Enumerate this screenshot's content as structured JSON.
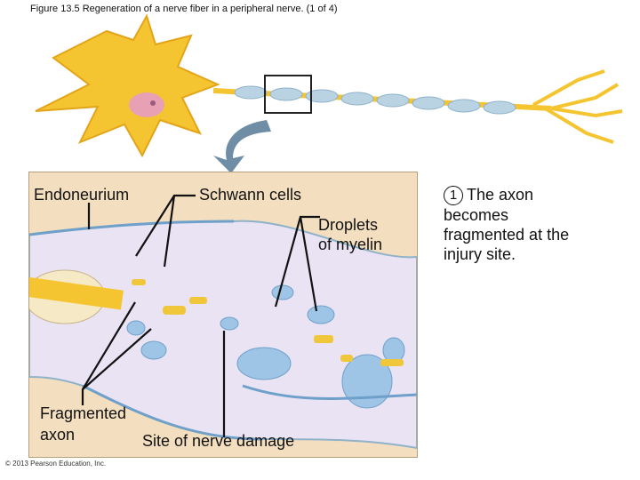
{
  "title": "Figure 13.5 Regeneration of a nerve fiber in a peripheral nerve. (1 of 4)",
  "labels": {
    "endoneurium": "Endoneurium",
    "schwann_cells": "Schwann cells",
    "droplets_line1": "Droplets",
    "droplets_line2": "of myelin",
    "fragmented_line1": "Fragmented",
    "fragmented_line2": "axon",
    "site": "Site of nerve damage"
  },
  "step": {
    "number": "1",
    "text": "The axon becomes fragmented at the injury site."
  },
  "copyright": "© 2013 Pearson Education, Inc.",
  "colors": {
    "neuron": "#f5c531",
    "neuron_edge": "#e3a419",
    "nucleus": "#e7a0b4",
    "myelin": "#b9d3e3",
    "arrow": "#6f8ea6",
    "tissue": "#f3dfc0",
    "debris": "#f0c63a"
  }
}
